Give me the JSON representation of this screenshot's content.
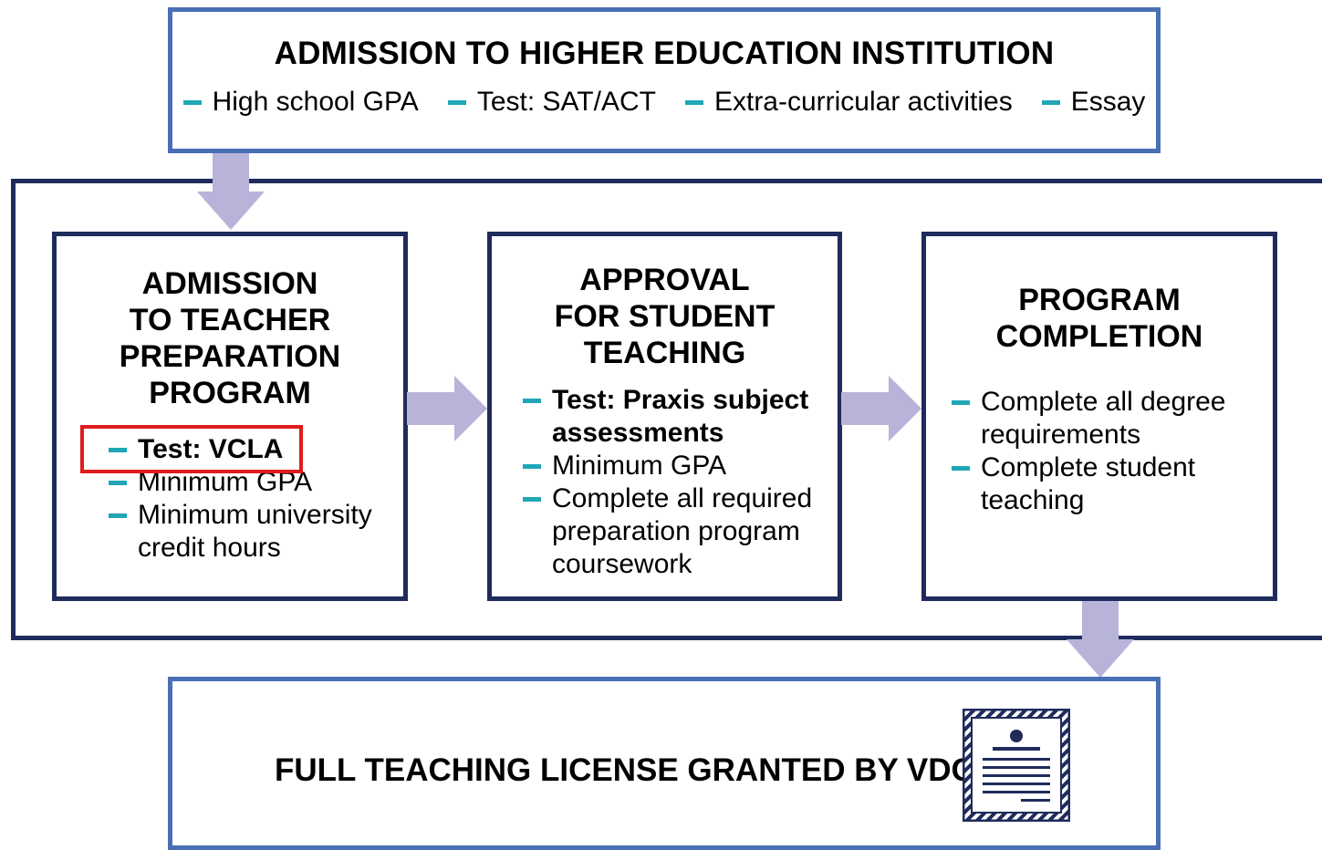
{
  "admission": {
    "title": "ADMISSION TO HIGHER EDUCATION INSTITUTION",
    "criteria": [
      "High school GPA",
      "Test: SAT/ACT",
      "Extra-curricular activities",
      "Essay"
    ]
  },
  "stages": [
    {
      "title_lines": [
        "ADMISSION",
        "TO TEACHER",
        "PREPARATION",
        "PROGRAM"
      ],
      "requirements": [
        {
          "lines": [
            "Test: VCLA"
          ],
          "bold": true,
          "highlighted": true
        },
        {
          "lines": [
            "Minimum GPA"
          ],
          "bold": false
        },
        {
          "lines": [
            "Minimum university",
            "credit hours"
          ],
          "bold": false
        }
      ]
    },
    {
      "title_lines": [
        "APPROVAL",
        "FOR STUDENT",
        "TEACHING"
      ],
      "requirements": [
        {
          "lines": [
            "Test: Praxis subject",
            "assessments"
          ],
          "bold": true
        },
        {
          "lines": [
            "Minimum GPA"
          ],
          "bold": false
        },
        {
          "lines": [
            "Complete all required",
            "preparation program",
            "coursework"
          ],
          "bold": false
        }
      ]
    },
    {
      "title_lines": [
        "PROGRAM",
        "COMPLETION"
      ],
      "requirements": [
        {
          "lines": [
            "Complete all degree",
            "requirements"
          ],
          "bold": false
        },
        {
          "lines": [
            "Complete student",
            "teaching"
          ],
          "bold": false
        }
      ]
    }
  ],
  "license": {
    "text": "FULL TEACHING LICENSE GRANTED BY VDOE",
    "icon": "certificate-icon"
  },
  "colors": {
    "dark_navy": "#1f2b5c",
    "outer_blue": "#4a6fb5",
    "teal_dash": "#1fa6b7",
    "arrow": "#b7b3d9",
    "highlight_red": "#e01b1b"
  }
}
